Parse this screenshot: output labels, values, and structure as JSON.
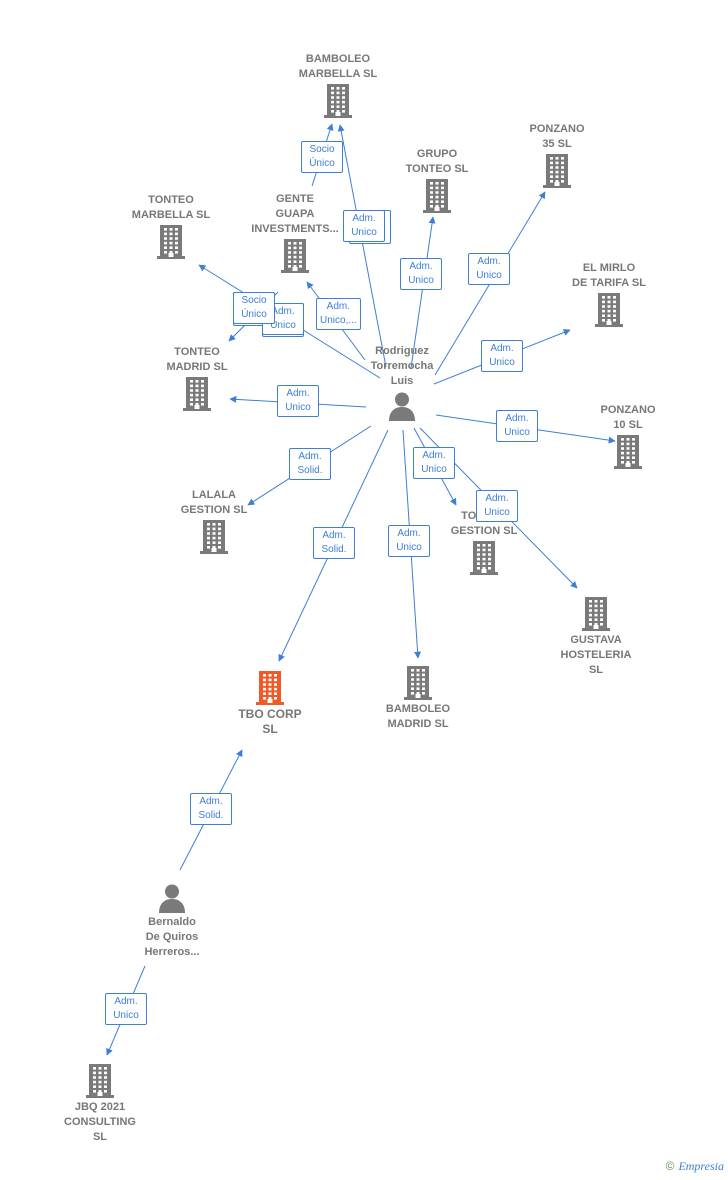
{
  "colors": {
    "company": "#7a7a7a",
    "focus": "#f05a28",
    "person": "#7a7a7a",
    "edge": "#3d7fd4"
  },
  "nodes": [
    {
      "id": "bamboleo_marbella",
      "type": "company",
      "lines": [
        "BAMBOLEO",
        "MARBELLA  SL"
      ]
    },
    {
      "id": "grupo_tonteo",
      "type": "company",
      "lines": [
        "GRUPO",
        "TONTEO  SL"
      ]
    },
    {
      "id": "ponzano35",
      "type": "company",
      "lines": [
        "PONZANO",
        "35  SL"
      ]
    },
    {
      "id": "tonteo_marbella",
      "type": "company",
      "lines": [
        "TONTEO",
        "MARBELLA  SL"
      ]
    },
    {
      "id": "gente_guapa",
      "type": "company",
      "lines": [
        "GENTE",
        "GUAPA",
        "INVESTMENTS..."
      ]
    },
    {
      "id": "el_mirlo",
      "type": "company",
      "lines": [
        "EL MIRLO",
        "DE TARIFA  SL"
      ]
    },
    {
      "id": "tonteo_madrid",
      "type": "company",
      "lines": [
        "TONTEO",
        "MADRID  SL"
      ]
    },
    {
      "id": "rodriguez",
      "type": "person",
      "lines": [
        "Rodriguez",
        "Torremocha",
        "Luis"
      ]
    },
    {
      "id": "ponzano10",
      "type": "company",
      "lines": [
        "PONZANO",
        "10  SL"
      ]
    },
    {
      "id": "lalala",
      "type": "company",
      "lines": [
        "LALALA",
        "GESTION  SL"
      ]
    },
    {
      "id": "tonteo_gestion",
      "type": "company",
      "lines": [
        "TONTEO",
        "GESTION  SL"
      ]
    },
    {
      "id": "gustava",
      "type": "company",
      "lines": [
        "GUSTAVA",
        "HOSTELERIA",
        "SL"
      ]
    },
    {
      "id": "tbo_corp",
      "type": "focus",
      "lines": [
        "TBO CORP",
        "SL"
      ]
    },
    {
      "id": "bamboleo_madrid",
      "type": "company",
      "lines": [
        "BAMBOLEO",
        "MADRID  SL"
      ]
    },
    {
      "id": "bernaldo",
      "type": "person",
      "lines": [
        "Bernaldo",
        "De Quiros",
        "Herreros..."
      ]
    },
    {
      "id": "jbq",
      "type": "company",
      "lines": [
        "JBQ 2021",
        "CONSULTING",
        "SL"
      ]
    }
  ],
  "edges": [
    {
      "from": "rodriguez",
      "to": "bamboleo_marbella",
      "roles": [
        "Adm.",
        "Unico"
      ]
    },
    {
      "from": "gente_guapa",
      "to": "bamboleo_marbella",
      "roles": [
        "Socio",
        "Único"
      ]
    },
    {
      "from": "rodriguez",
      "to": "grupo_tonteo",
      "roles": [
        "Adm.",
        "Unico"
      ]
    },
    {
      "from": "rodriguez",
      "to": "ponzano35",
      "roles": [
        "Adm.",
        "Unico"
      ]
    },
    {
      "from": "rodriguez",
      "to": "tonteo_marbella",
      "roles": [
        "Adm.",
        "Unico"
      ]
    },
    {
      "from": "rodriguez",
      "to": "gente_guapa",
      "roles": [
        "Adm.",
        "Unico,..."
      ]
    },
    {
      "from": "gente_guapa",
      "to": "tonteo_madrid",
      "roles": [
        "Socio",
        "Único"
      ]
    },
    {
      "from": "rodriguez",
      "to": "el_mirlo",
      "roles": [
        "Adm.",
        "Unico"
      ]
    },
    {
      "from": "rodriguez",
      "to": "tonteo_madrid",
      "roles": [
        "Adm.",
        "Unico"
      ]
    },
    {
      "from": "rodriguez",
      "to": "ponzano10",
      "roles": [
        "Adm.",
        "Unico"
      ]
    },
    {
      "from": "rodriguez",
      "to": "lalala",
      "roles": [
        "Adm.",
        "Solid."
      ]
    },
    {
      "from": "rodriguez",
      "to": "tonteo_gestion",
      "roles": [
        "Adm.",
        "Unico"
      ]
    },
    {
      "from": "rodriguez",
      "to": "gustava",
      "roles": [
        "Adm.",
        "Unico"
      ]
    },
    {
      "from": "rodriguez",
      "to": "tbo_corp",
      "roles": [
        "Adm.",
        "Solid."
      ]
    },
    {
      "from": "rodriguez",
      "to": "bamboleo_madrid",
      "roles": [
        "Adm.",
        "Unico"
      ]
    },
    {
      "from": "bernaldo",
      "to": "tbo_corp",
      "roles": [
        "Adm.",
        "Solid."
      ]
    },
    {
      "from": "bernaldo",
      "to": "jbq",
      "roles": [
        "Adm.",
        "Unico"
      ]
    }
  ],
  "brand": {
    "copyright": "©",
    "name": "Empresia"
  }
}
